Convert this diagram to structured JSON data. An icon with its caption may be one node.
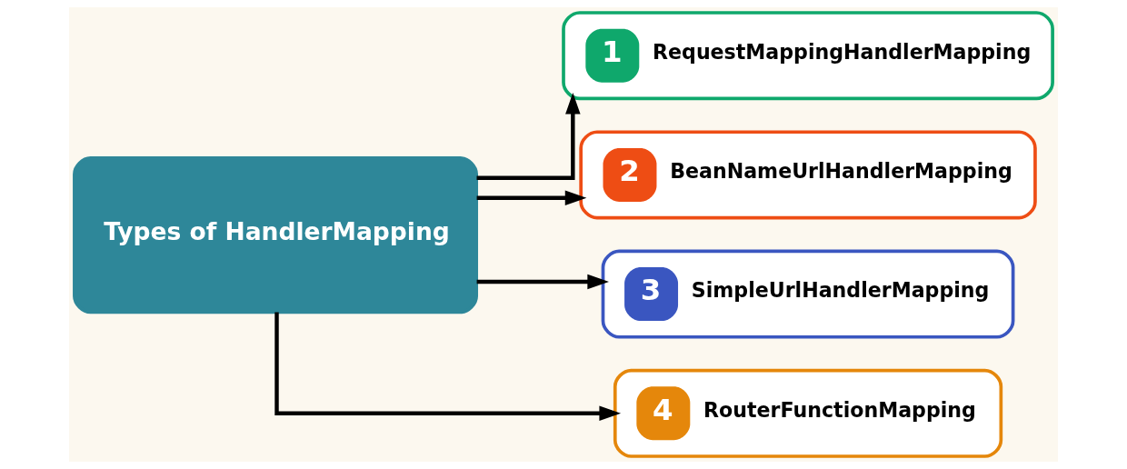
{
  "diagram": {
    "nodes": [
      {
        "text": [
          "Types of HandlerMapping"
        ]
      },
      {
        "text": [
          "1",
          "RequestMappingHandlerMapping"
        ]
      },
      {
        "text": [
          "2",
          "BeanNameUrlHandlerMapping"
        ]
      },
      {
        "text": [
          "3",
          "SimpleUrlHandlerMapping"
        ]
      },
      {
        "text": [
          "4",
          "RouterFunctionMapping"
        ]
      }
    ],
    "edges": [
      {
        "from": 0,
        "to": 1,
        "arrow": "to"
      },
      {
        "from": 0,
        "to": 2,
        "arrow": "to"
      },
      {
        "from": 0,
        "to": 3,
        "arrow": "to"
      },
      {
        "from": 0,
        "to": 4,
        "arrow": "to"
      }
    ]
  }
}
